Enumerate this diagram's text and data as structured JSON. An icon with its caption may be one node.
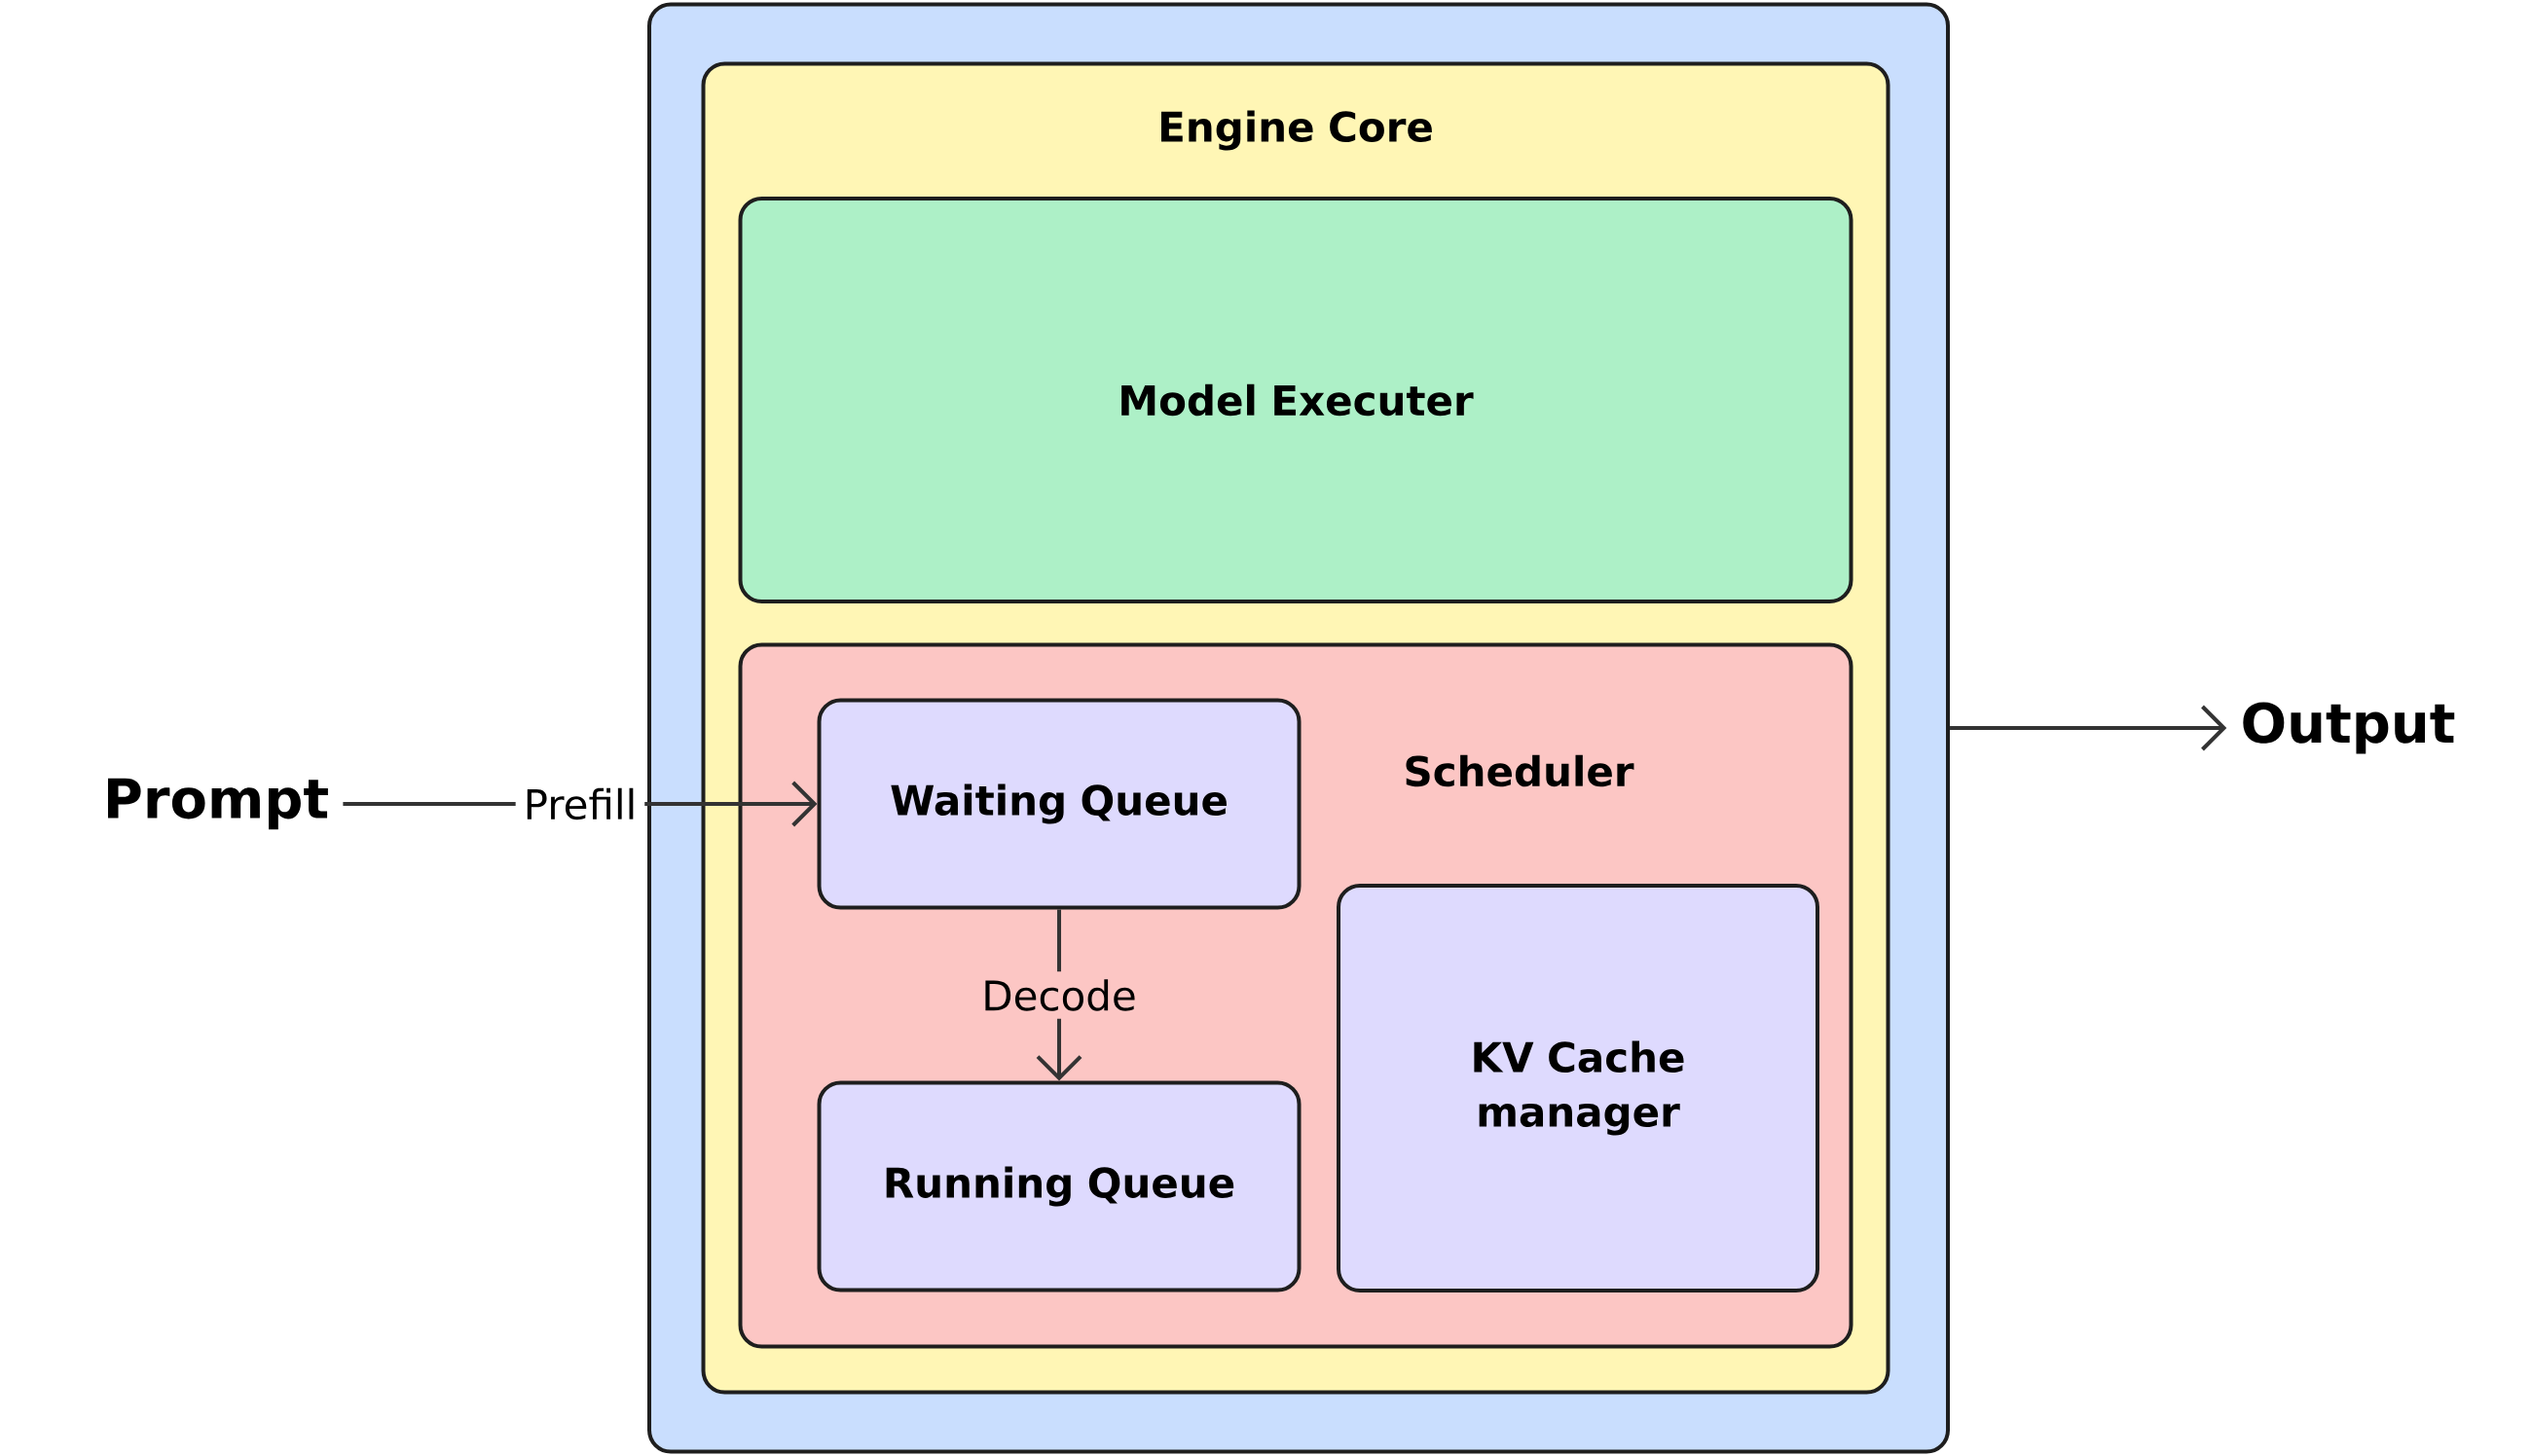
{
  "diagram": {
    "nodes": [
      {
        "text": [],
        "shape": "box"
      },
      {
        "text": [
          "Engine Core"
        ],
        "in": 0
      },
      {
        "text": [
          "Model Executer"
        ],
        "in": 1
      },
      {
        "text": [
          "Scheduler"
        ],
        "in": 1
      },
      {
        "text": [
          "Waiting Queue"
        ],
        "in": 3
      },
      {
        "text": [
          "Running Queue"
        ],
        "in": 3
      },
      {
        "text": [
          "KV Cache manager"
        ],
        "in": 3
      },
      {
        "text": [
          "Prompt"
        ]
      },
      {
        "text": [
          "Output"
        ]
      }
    ],
    "edges": [
      {
        "from": 7,
        "to": 4,
        "label": "Prefill",
        "arrow": "to"
      },
      {
        "from": 4,
        "to": 5,
        "label": "Decode",
        "arrow": "to"
      },
      {
        "from": 0,
        "to": 8,
        "arrow": "to"
      }
    ]
  }
}
